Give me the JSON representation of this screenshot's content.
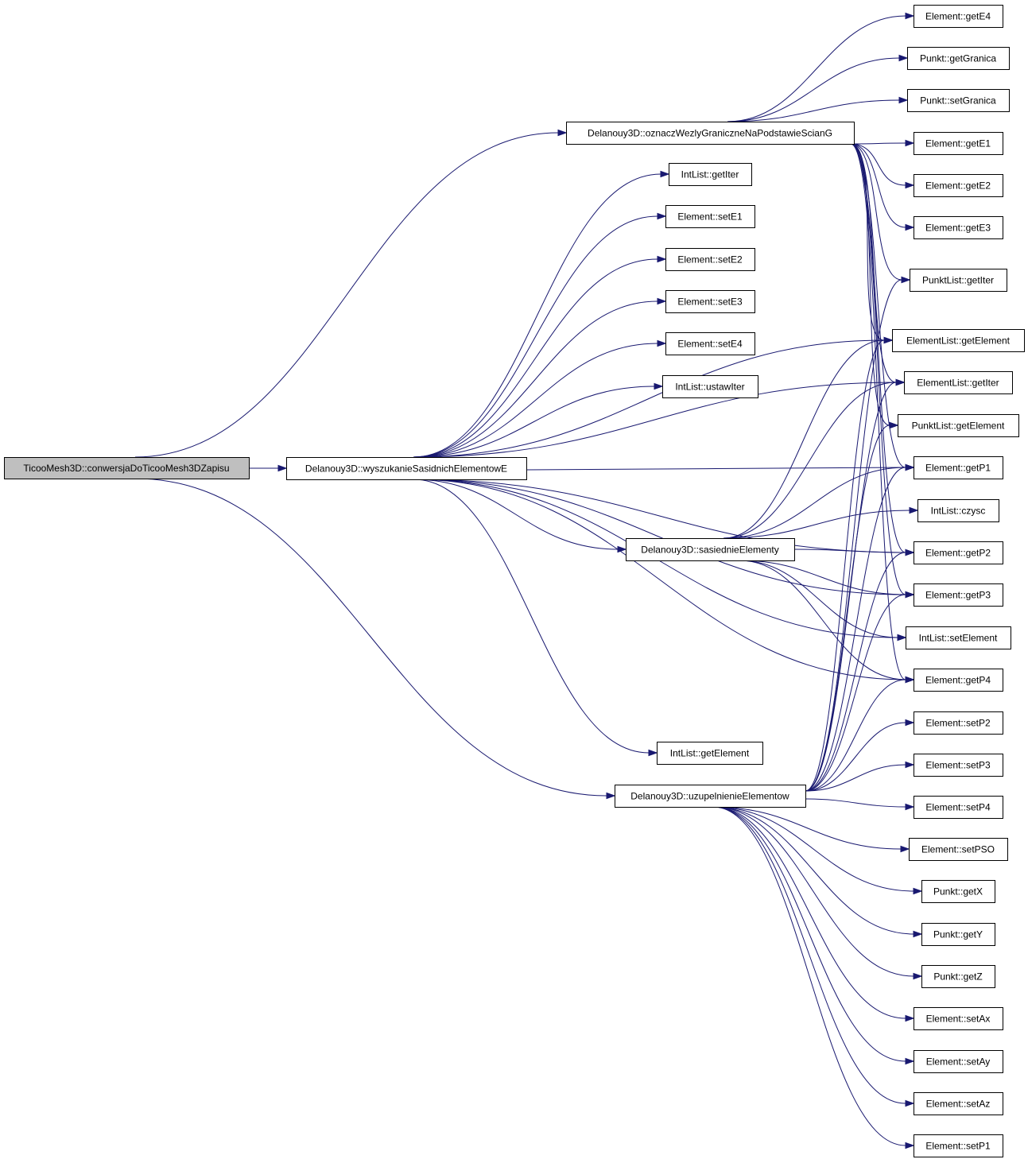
{
  "colors": {
    "edge": "#191970",
    "node_fill": "#ffffff",
    "root_fill": "#bfbfbf",
    "border": "#000000"
  },
  "nodes": [
    {
      "id": "root",
      "label": "TicooMesh3D::conwersjaDoTicooMesh3DZapisu",
      "root": true
    },
    {
      "id": "oznacz",
      "label": "Delanouy3D::oznaczWezlyGraniczneNaPodstawieScianG"
    },
    {
      "id": "wyszukanie",
      "label": "Delanouy3D::wyszukanieSasidnichElementowE"
    },
    {
      "id": "sasiednie",
      "label": "Delanouy3D::sasiednieElementy"
    },
    {
      "id": "uzupelnienie",
      "label": "Delanouy3D::uzupelnienieElementow"
    },
    {
      "id": "il_getIter",
      "label": "IntList::getIter"
    },
    {
      "id": "setE1",
      "label": "Element::setE1"
    },
    {
      "id": "setE2",
      "label": "Element::setE2"
    },
    {
      "id": "setE3",
      "label": "Element::setE3"
    },
    {
      "id": "setE4",
      "label": "Element::setE4"
    },
    {
      "id": "ustawIter",
      "label": "IntList::ustawIter"
    },
    {
      "id": "il_getElement",
      "label": "IntList::getElement"
    },
    {
      "id": "getE4",
      "label": "Element::getE4"
    },
    {
      "id": "getGranica",
      "label": "Punkt::getGranica"
    },
    {
      "id": "setGranica",
      "label": "Punkt::setGranica"
    },
    {
      "id": "getE1",
      "label": "Element::getE1"
    },
    {
      "id": "getE2",
      "label": "Element::getE2"
    },
    {
      "id": "getE3",
      "label": "Element::getE3"
    },
    {
      "id": "pl_getIter",
      "label": "PunktList::getIter"
    },
    {
      "id": "el_getElement",
      "label": "ElementList::getElement"
    },
    {
      "id": "el_getIter",
      "label": "ElementList::getIter"
    },
    {
      "id": "pl_getElement",
      "label": "PunktList::getElement"
    },
    {
      "id": "getP1",
      "label": "Element::getP1"
    },
    {
      "id": "czysc",
      "label": "IntList::czysc"
    },
    {
      "id": "getP2",
      "label": "Element::getP2"
    },
    {
      "id": "getP3",
      "label": "Element::getP3"
    },
    {
      "id": "il_setElement",
      "label": "IntList::setElement"
    },
    {
      "id": "getP4",
      "label": "Element::getP4"
    },
    {
      "id": "setP2",
      "label": "Element::setP2"
    },
    {
      "id": "setP3",
      "label": "Element::setP3"
    },
    {
      "id": "setP4",
      "label": "Element::setP4"
    },
    {
      "id": "setPSO",
      "label": "Element::setPSO"
    },
    {
      "id": "getX",
      "label": "Punkt::getX"
    },
    {
      "id": "getY",
      "label": "Punkt::getY"
    },
    {
      "id": "getZ",
      "label": "Punkt::getZ"
    },
    {
      "id": "setAx",
      "label": "Element::setAx"
    },
    {
      "id": "setAy",
      "label": "Element::setAy"
    },
    {
      "id": "setAz",
      "label": "Element::setAz"
    },
    {
      "id": "setP1",
      "label": "Element::setP1"
    }
  ],
  "edges": [
    [
      "root",
      "oznacz"
    ],
    [
      "root",
      "wyszukanie"
    ],
    [
      "root",
      "uzupelnienie"
    ],
    [
      "oznacz",
      "getE4"
    ],
    [
      "oznacz",
      "getGranica"
    ],
    [
      "oznacz",
      "setGranica"
    ],
    [
      "oznacz",
      "getE1"
    ],
    [
      "oznacz",
      "getE2"
    ],
    [
      "oznacz",
      "getE3"
    ],
    [
      "oznacz",
      "pl_getIter"
    ],
    [
      "oznacz",
      "el_getElement"
    ],
    [
      "oznacz",
      "el_getIter"
    ],
    [
      "oznacz",
      "pl_getElement"
    ],
    [
      "oznacz",
      "getP1"
    ],
    [
      "oznacz",
      "getP2"
    ],
    [
      "oznacz",
      "getP3"
    ],
    [
      "oznacz",
      "getP4"
    ],
    [
      "wyszukanie",
      "il_getIter"
    ],
    [
      "wyszukanie",
      "setE1"
    ],
    [
      "wyszukanie",
      "setE2"
    ],
    [
      "wyszukanie",
      "setE3"
    ],
    [
      "wyszukanie",
      "setE4"
    ],
    [
      "wyszukanie",
      "ustawIter"
    ],
    [
      "wyszukanie",
      "el_getElement"
    ],
    [
      "wyszukanie",
      "el_getIter"
    ],
    [
      "wyszukanie",
      "getP1"
    ],
    [
      "wyszukanie",
      "sasiednie"
    ],
    [
      "wyszukanie",
      "getP2"
    ],
    [
      "wyszukanie",
      "getP3"
    ],
    [
      "wyszukanie",
      "il_setElement"
    ],
    [
      "wyszukanie",
      "getP4"
    ],
    [
      "wyszukanie",
      "il_getElement"
    ],
    [
      "sasiednie",
      "el_getElement"
    ],
    [
      "sasiednie",
      "el_getIter"
    ],
    [
      "sasiednie",
      "getP1"
    ],
    [
      "sasiednie",
      "czysc"
    ],
    [
      "sasiednie",
      "getP2"
    ],
    [
      "sasiednie",
      "getP3"
    ],
    [
      "sasiednie",
      "il_setElement"
    ],
    [
      "sasiednie",
      "getP4"
    ],
    [
      "uzupelnienie",
      "pl_getIter"
    ],
    [
      "uzupelnienie",
      "el_getElement"
    ],
    [
      "uzupelnienie",
      "el_getIter"
    ],
    [
      "uzupelnienie",
      "pl_getElement"
    ],
    [
      "uzupelnienie",
      "getP1"
    ],
    [
      "uzupelnienie",
      "getP2"
    ],
    [
      "uzupelnienie",
      "getP3"
    ],
    [
      "uzupelnienie",
      "getP4"
    ],
    [
      "uzupelnienie",
      "setP2"
    ],
    [
      "uzupelnienie",
      "setP3"
    ],
    [
      "uzupelnienie",
      "setP4"
    ],
    [
      "uzupelnienie",
      "setPSO"
    ],
    [
      "uzupelnienie",
      "getX"
    ],
    [
      "uzupelnienie",
      "getY"
    ],
    [
      "uzupelnienie",
      "getZ"
    ],
    [
      "uzupelnienie",
      "setAx"
    ],
    [
      "uzupelnienie",
      "setAy"
    ],
    [
      "uzupelnienie",
      "setAz"
    ],
    [
      "uzupelnienie",
      "setP1"
    ]
  ]
}
